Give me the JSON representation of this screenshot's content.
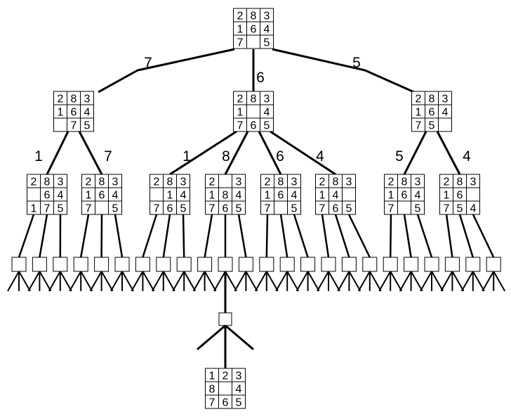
{
  "root": {
    "grid": [
      [
        "2",
        "8",
        "3"
      ],
      [
        "1",
        "6",
        "4"
      ],
      [
        "7",
        "",
        "5"
      ]
    ]
  },
  "level1": [
    {
      "edge_label": "7",
      "grid": [
        [
          "2",
          "8",
          "3"
        ],
        [
          "1",
          "6",
          "4"
        ],
        [
          "",
          "7",
          "5"
        ]
      ]
    },
    {
      "edge_label": "6",
      "grid": [
        [
          "2",
          "8",
          "3"
        ],
        [
          "1",
          "",
          "4"
        ],
        [
          "7",
          "6",
          "5"
        ]
      ]
    },
    {
      "edge_label": "5",
      "grid": [
        [
          "2",
          "8",
          "3"
        ],
        [
          "1",
          "6",
          "4"
        ],
        [
          "7",
          "5",
          ""
        ]
      ]
    }
  ],
  "level2": [
    {
      "parent": 0,
      "edge_label": "1",
      "grid": [
        [
          "2",
          "8",
          "3"
        ],
        [
          "",
          "6",
          "4"
        ],
        [
          "1",
          "7",
          "5"
        ]
      ]
    },
    {
      "parent": 0,
      "edge_label": "7",
      "grid": [
        [
          "2",
          "8",
          "3"
        ],
        [
          "1",
          "6",
          "4"
        ],
        [
          "7",
          "",
          "5"
        ]
      ]
    },
    {
      "parent": 1,
      "edge_label": "1",
      "grid": [
        [
          "2",
          "8",
          "3"
        ],
        [
          "",
          "1",
          "4"
        ],
        [
          "7",
          "6",
          "5"
        ]
      ]
    },
    {
      "parent": 1,
      "edge_label": "8",
      "grid": [
        [
          "2",
          "",
          "3"
        ],
        [
          "1",
          "8",
          "4"
        ],
        [
          "7",
          "6",
          "5"
        ]
      ]
    },
    {
      "parent": 1,
      "edge_label": "6",
      "grid": [
        [
          "2",
          "8",
          "3"
        ],
        [
          "1",
          "6",
          "4"
        ],
        [
          "7",
          "",
          "5"
        ]
      ]
    },
    {
      "parent": 1,
      "edge_label": "4",
      "grid": [
        [
          "2",
          "8",
          "3"
        ],
        [
          "1",
          "4",
          ""
        ],
        [
          "7",
          "6",
          "5"
        ]
      ]
    },
    {
      "parent": 2,
      "edge_label": "5",
      "grid": [
        [
          "2",
          "8",
          "3"
        ],
        [
          "1",
          "6",
          "4"
        ],
        [
          "7",
          "",
          "5"
        ]
      ]
    },
    {
      "parent": 2,
      "edge_label": "4",
      "grid": [
        [
          "2",
          "8",
          "3"
        ],
        [
          "1",
          "6",
          ""
        ],
        [
          "7",
          "5",
          "4"
        ]
      ]
    }
  ],
  "level3_children_per_node": [
    3,
    3,
    3,
    3,
    3,
    3,
    3,
    3
  ],
  "solution_path_leaf": 10,
  "goal": {
    "grid": [
      [
        "1",
        "2",
        "3"
      ],
      [
        "8",
        "",
        "4"
      ],
      [
        "7",
        "6",
        "5"
      ]
    ]
  }
}
